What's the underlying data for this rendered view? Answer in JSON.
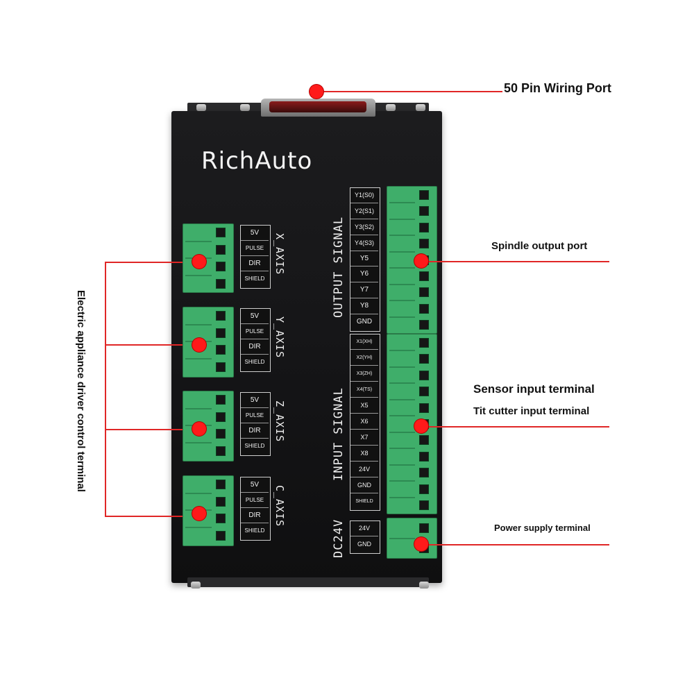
{
  "brand": "RichAuto",
  "callouts": {
    "pin_port": "50 Pin Wiring Port",
    "spindle": "Spindle output port",
    "sensor": "Sensor input terminal",
    "tit": "Tit cutter input terminal",
    "power": "Power supply terminal",
    "driver": "Electric appliance driver control terminal"
  },
  "axes": [
    {
      "name": "X_AXIS",
      "labels": [
        "5V",
        "PULSE",
        "DIR",
        "SHIELD"
      ]
    },
    {
      "name": "Y_AXIS",
      "labels": [
        "5V",
        "PULSE",
        "DIR",
        "SHIELD"
      ]
    },
    {
      "name": "Z_AXIS",
      "labels": [
        "5V",
        "PULSE",
        "DIR",
        "SHIELD"
      ]
    },
    {
      "name": "C_AXIS",
      "labels": [
        "5V",
        "PULSE",
        "DIR",
        "SHIELD"
      ]
    }
  ],
  "output": {
    "title": "OUTPUT SIGNAL",
    "labels": [
      "Y1(S0)",
      "Y2(S1)",
      "Y3(S2)",
      "Y4(S3)",
      "Y5",
      "Y6",
      "Y7",
      "Y8",
      "GND"
    ]
  },
  "input": {
    "title": "INPUT SIGNAL",
    "labels": [
      "X1(XH)",
      "X2(YH)",
      "X3(ZH)",
      "X4(TS)",
      "X5",
      "X6",
      "X7",
      "X8",
      "24V",
      "GND",
      "SHIELD"
    ]
  },
  "power": {
    "title": "DC24V",
    "labels": [
      "24V",
      "GND"
    ]
  },
  "colors": {
    "callout_line": "#e02626",
    "dot": "#ff1a1a",
    "terminal_green": "#3fae6a",
    "body": "#161618"
  }
}
